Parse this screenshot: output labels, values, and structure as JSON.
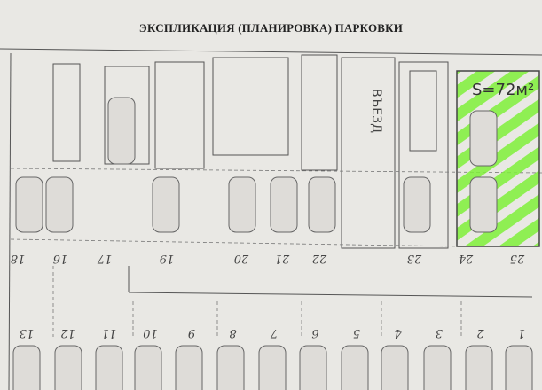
{
  "title": "ЭКСПЛИКАЦИЯ (ПЛАНИРОВКА) ПАРКОВКИ",
  "highlight": {
    "area_label": "S=72м²",
    "slots": [
      "24",
      "25"
    ],
    "color": "#7ff03a"
  },
  "entrance_label": "ВЪЕЗД",
  "top_row_numbers": [
    "18",
    "16",
    "17",
    "19",
    "20",
    "21",
    "22",
    "23",
    "24",
    "25"
  ],
  "bottom_row_numbers": [
    "13",
    "12",
    "11",
    "10",
    "9",
    "8",
    "7",
    "6",
    "5",
    "4",
    "3",
    "2",
    "1"
  ]
}
